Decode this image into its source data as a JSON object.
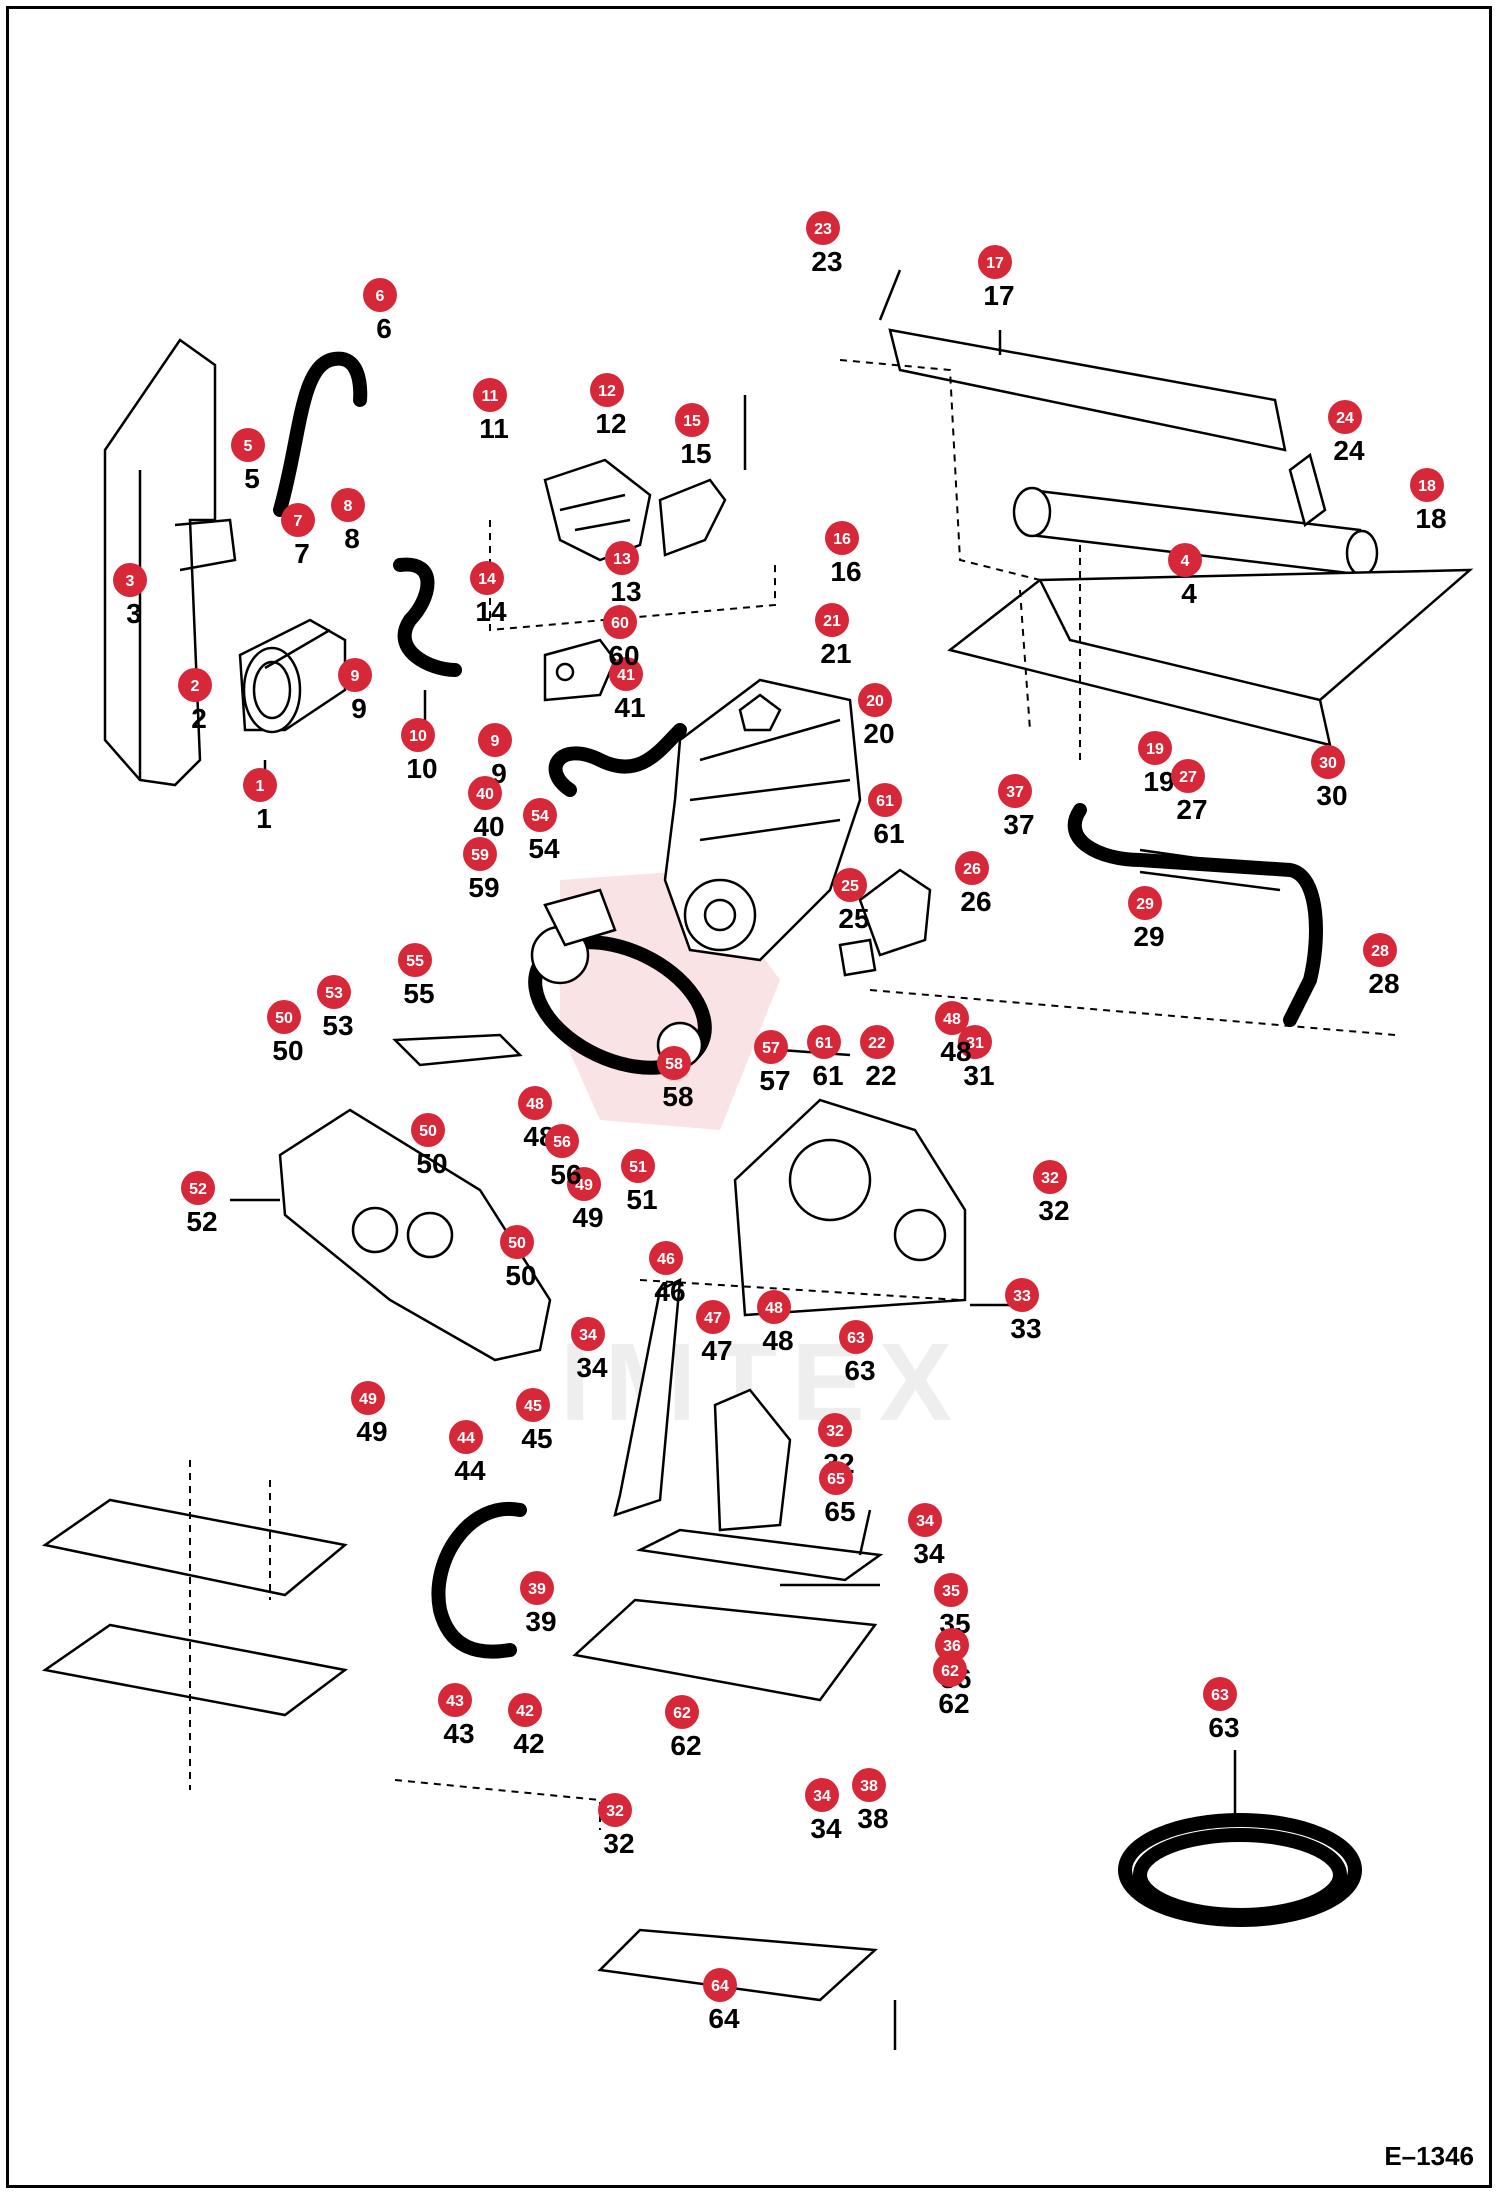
{
  "drawing_code": "E–1346",
  "watermark": "IMTEX",
  "badge_color": "#d62839",
  "callouts": [
    {
      "id": "c1",
      "label": "1"
    },
    {
      "id": "c2",
      "label": "2"
    },
    {
      "id": "c3",
      "label": "3"
    },
    {
      "id": "c4",
      "label": "4"
    },
    {
      "id": "c5",
      "label": "5"
    },
    {
      "id": "c6",
      "label": "6"
    },
    {
      "id": "c7",
      "label": "7"
    },
    {
      "id": "c8",
      "label": "8"
    },
    {
      "id": "c9a",
      "label": "9"
    },
    {
      "id": "c9b",
      "label": "9"
    },
    {
      "id": "c10",
      "label": "10"
    },
    {
      "id": "c11",
      "label": "11"
    },
    {
      "id": "c12",
      "label": "12"
    },
    {
      "id": "c13",
      "label": "13"
    },
    {
      "id": "c14",
      "label": "14"
    },
    {
      "id": "c15",
      "label": "15"
    },
    {
      "id": "c16",
      "label": "16"
    },
    {
      "id": "c17",
      "label": "17"
    },
    {
      "id": "c18",
      "label": "18"
    },
    {
      "id": "c19",
      "label": "19"
    },
    {
      "id": "c20",
      "label": "20"
    },
    {
      "id": "c21",
      "label": "21"
    },
    {
      "id": "c22",
      "label": "22"
    },
    {
      "id": "c23",
      "label": "23"
    },
    {
      "id": "c24",
      "label": "24"
    },
    {
      "id": "c25",
      "label": "25"
    },
    {
      "id": "c26",
      "label": "26"
    },
    {
      "id": "c27",
      "label": "27"
    },
    {
      "id": "c28",
      "label": "28"
    },
    {
      "id": "c29",
      "label": "29"
    },
    {
      "id": "c30",
      "label": "30"
    },
    {
      "id": "c31",
      "label": "31"
    },
    {
      "id": "c32a",
      "label": "32"
    },
    {
      "id": "c32b",
      "label": "32"
    },
    {
      "id": "c32c",
      "label": "32"
    },
    {
      "id": "c33",
      "label": "33"
    },
    {
      "id": "c34a",
      "label": "34"
    },
    {
      "id": "c34b",
      "label": "34"
    },
    {
      "id": "c34c",
      "label": "34"
    },
    {
      "id": "c35",
      "label": "35"
    },
    {
      "id": "c36",
      "label": "36"
    },
    {
      "id": "c37",
      "label": "37"
    },
    {
      "id": "c38",
      "label": "38"
    },
    {
      "id": "c39",
      "label": "39"
    },
    {
      "id": "c40",
      "label": "40"
    },
    {
      "id": "c41",
      "label": "41"
    },
    {
      "id": "c42",
      "label": "42"
    },
    {
      "id": "c43",
      "label": "43"
    },
    {
      "id": "c44",
      "label": "44"
    },
    {
      "id": "c45",
      "label": "45"
    },
    {
      "id": "c46",
      "label": "46"
    },
    {
      "id": "c47",
      "label": "47"
    },
    {
      "id": "c48a",
      "label": "48"
    },
    {
      "id": "c48b",
      "label": "48"
    },
    {
      "id": "c48c",
      "label": "48"
    },
    {
      "id": "c49a",
      "label": "49"
    },
    {
      "id": "c49b",
      "label": "49"
    },
    {
      "id": "c50a",
      "label": "50"
    },
    {
      "id": "c50b",
      "label": "50"
    },
    {
      "id": "c50c",
      "label": "50"
    },
    {
      "id": "c51",
      "label": "51"
    },
    {
      "id": "c52",
      "label": "52"
    },
    {
      "id": "c53",
      "label": "53"
    },
    {
      "id": "c54",
      "label": "54"
    },
    {
      "id": "c55",
      "label": "55"
    },
    {
      "id": "c56",
      "label": "56"
    },
    {
      "id": "c57",
      "label": "57"
    },
    {
      "id": "c58",
      "label": "58"
    },
    {
      "id": "c59",
      "label": "59"
    },
    {
      "id": "c60",
      "label": "60"
    },
    {
      "id": "c61a",
      "label": "61"
    },
    {
      "id": "c61b",
      "label": "61"
    },
    {
      "id": "c62a",
      "label": "62"
    },
    {
      "id": "c62b",
      "label": "62"
    },
    {
      "id": "c63a",
      "label": "63"
    },
    {
      "id": "c63b",
      "label": "63"
    },
    {
      "id": "c64",
      "label": "64"
    },
    {
      "id": "c65",
      "label": "65"
    }
  ]
}
